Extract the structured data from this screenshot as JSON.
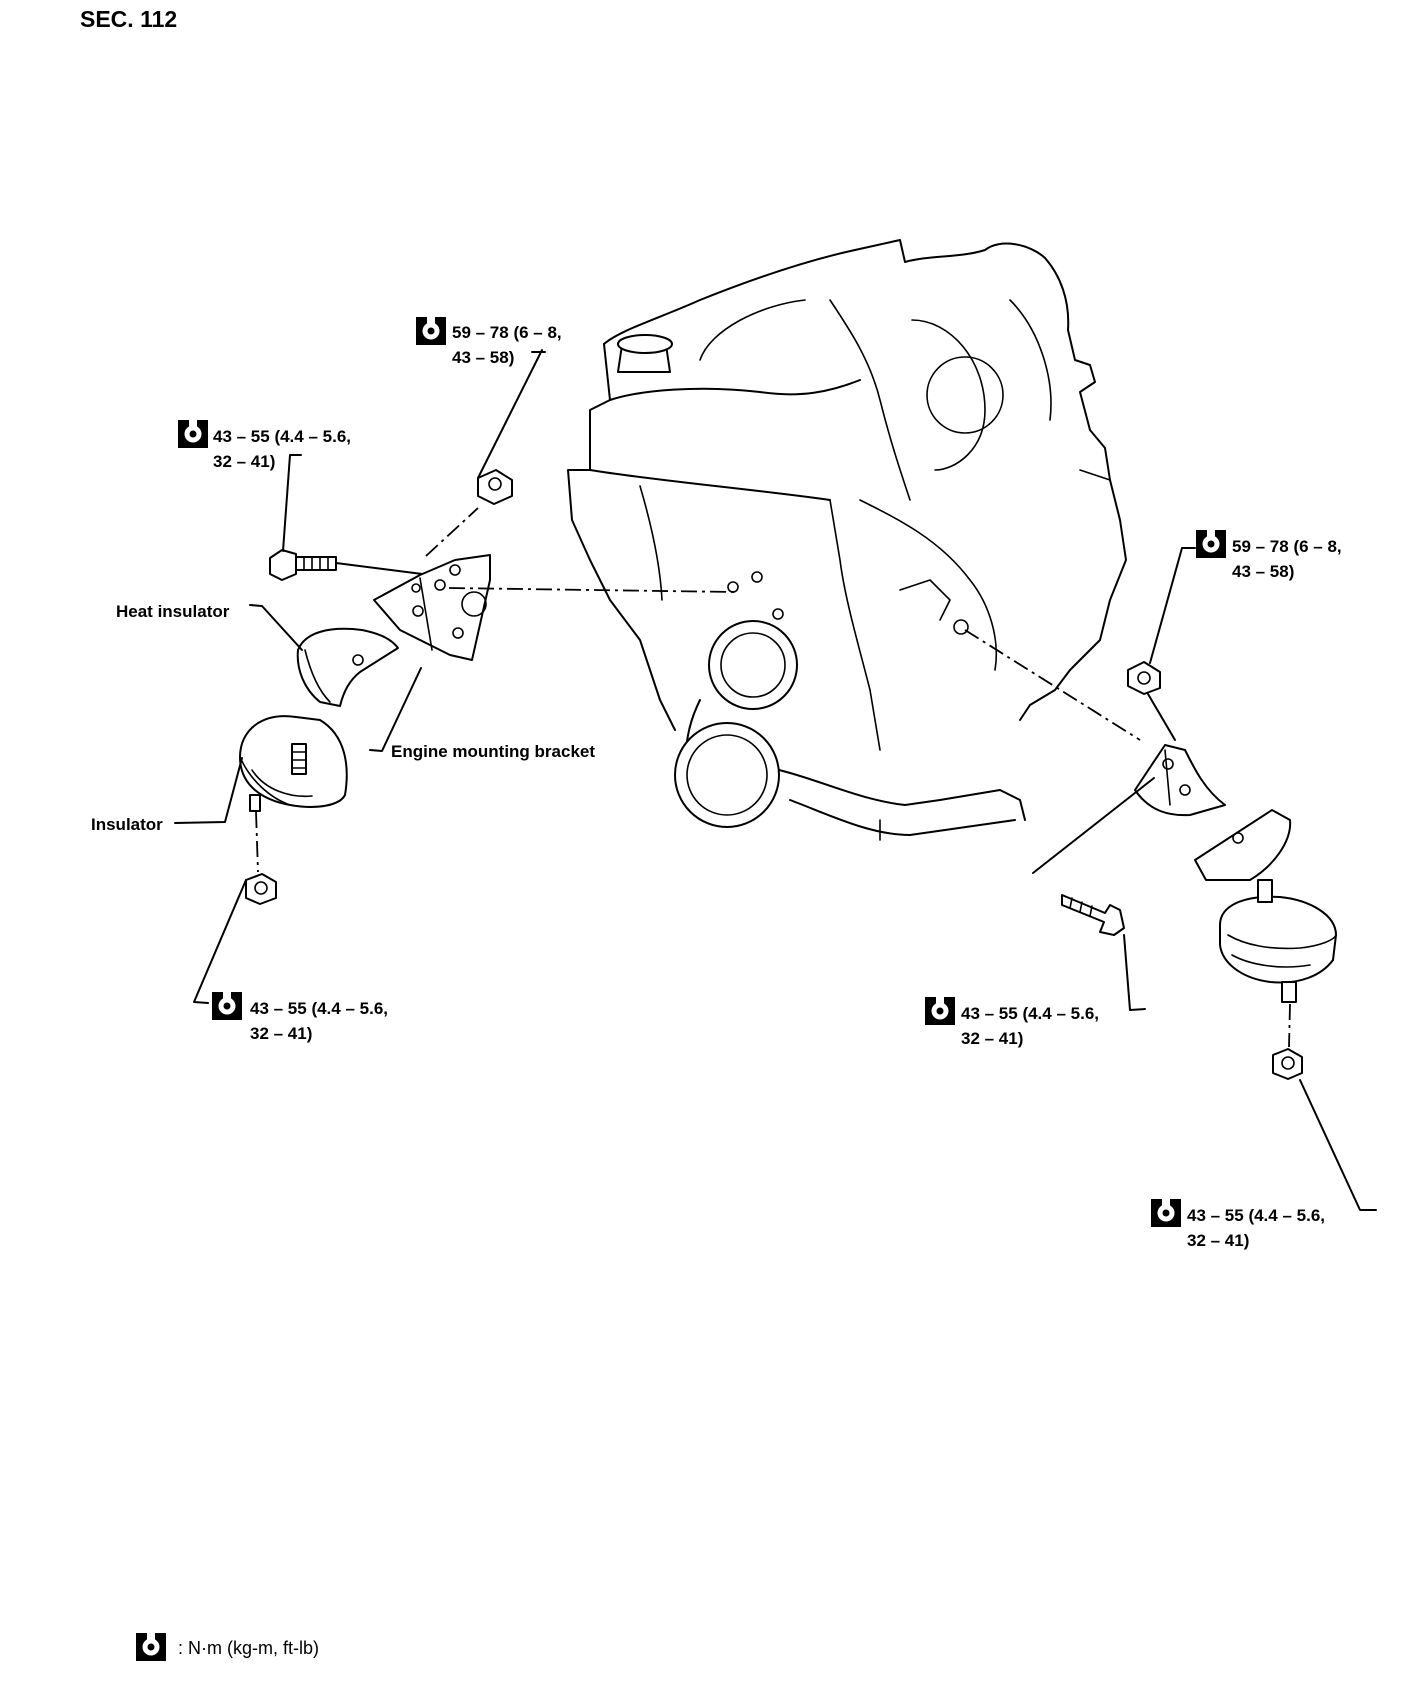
{
  "section": "SEC. 112",
  "labels": {
    "heat_insulator": "Heat insulator",
    "insulator": "Insulator",
    "engine_mounting_bracket": "Engine mounting bracket"
  },
  "torque_specs": {
    "top_center": {
      "line1": "59 – 78 (6 – 8,",
      "line2": "43 – 58)"
    },
    "left_bolt": {
      "line1": "43 – 55 (4.4 – 5.6,",
      "line2": "32 – 41)"
    },
    "left_nut": {
      "line1": "43 – 55 (4.4 – 5.6,",
      "line2": "32 – 41)"
    },
    "right_top": {
      "line1": "59 – 78 (6 – 8,",
      "line2": "43 – 58)"
    },
    "right_bolt": {
      "line1": "43 – 55 (4.4 – 5.6,",
      "line2": "32 – 41)"
    },
    "right_nut": {
      "line1": "43 – 55 (4.4 – 5.6,",
      "line2": "32 – 41)"
    }
  },
  "legend": {
    "text": ": N·m (kg-m, ft-lb)"
  },
  "icons": {
    "torque": "torque-wrench-icon"
  }
}
